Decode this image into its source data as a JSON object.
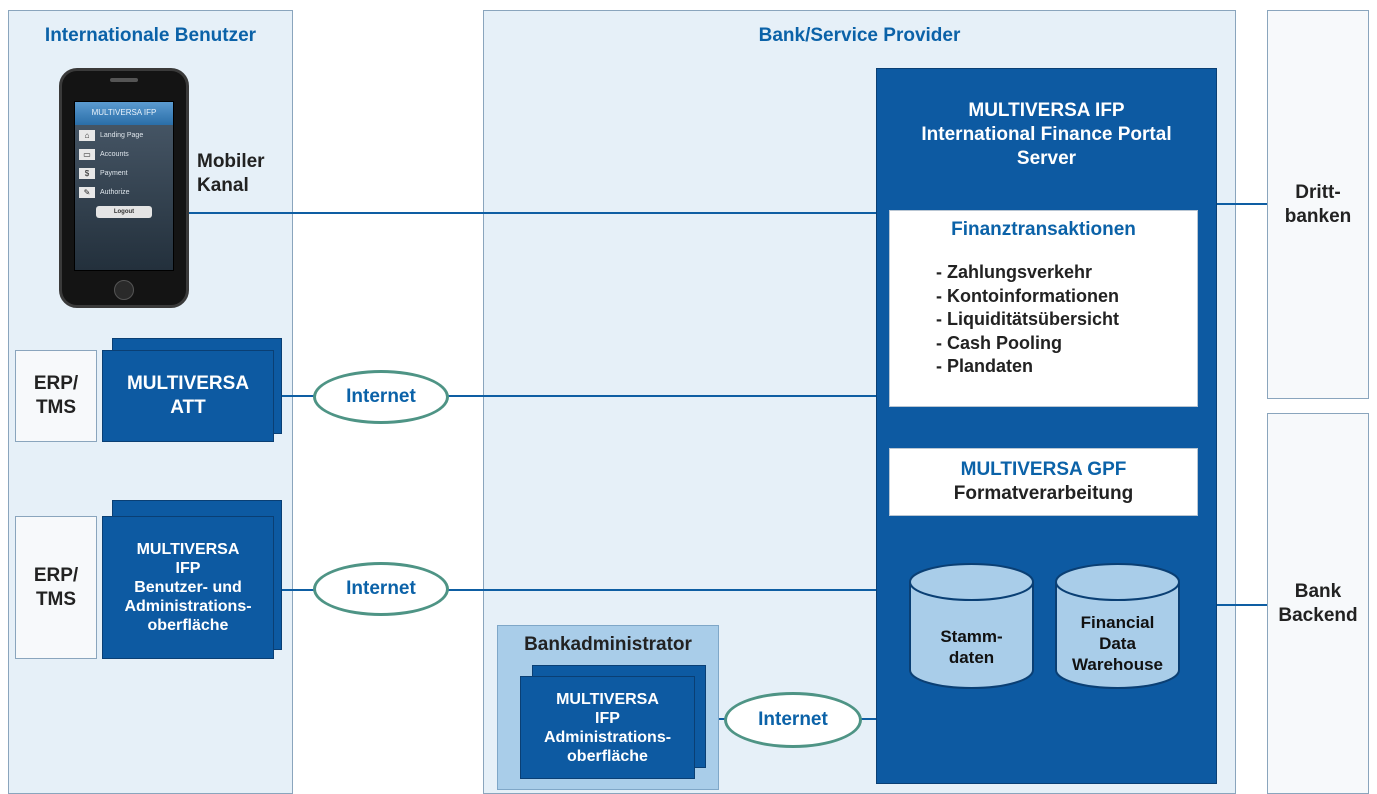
{
  "left_panel": {
    "title": "Internationale Benutzer"
  },
  "middle_panel": {
    "title": "Bank/Service Provider"
  },
  "phone": {
    "brand": "MULTIVERSA IFP",
    "menu": [
      "Landing Page",
      "Accounts",
      "Payment",
      "Authorize"
    ],
    "logout": "Logout",
    "label_line1": "Mobiler",
    "label_line2": "Kanal"
  },
  "erp1": {
    "line1": "ERP/",
    "line2": "TMS"
  },
  "erp2": {
    "line1": "ERP/",
    "line2": "TMS"
  },
  "att": {
    "line1": "MULTIVERSA",
    "line2": "ATT"
  },
  "ifp_ui": {
    "line1": "MULTIVERSA",
    "line2": "IFP",
    "line3": "Benutzer- und",
    "line4": "Administrations-",
    "line5": "oberfläche"
  },
  "internet": {
    "label1": "Internet",
    "label2": "Internet",
    "label3": "Internet"
  },
  "bankadmin": {
    "title": "Bankadministrator",
    "line1": "MULTIVERSA",
    "line2": "IFP",
    "line3": "Administrations-",
    "line4": "oberfläche"
  },
  "server": {
    "line1": "MULTIVERSA IFP",
    "line2": "International Finance Portal",
    "line3": "Server"
  },
  "finanz": {
    "title": "Finanztransaktionen",
    "items": [
      "- Zahlungsverkehr",
      "- Kontoinformationen",
      "- Liquiditätsübersicht",
      "- Cash Pooling",
      "- Plandaten"
    ]
  },
  "gpf": {
    "title": "MULTIVERSA GPF",
    "subtitle": "Formatverarbeitung"
  },
  "db1": {
    "line1": "Stamm-",
    "line2": "daten"
  },
  "db2": {
    "line1": "Financial",
    "line2": "Data",
    "line3": "Warehouse"
  },
  "drittbanken": {
    "line1": "Dritt-",
    "line2": "banken"
  },
  "backend": {
    "line1": "Bank",
    "line2": "Backend"
  },
  "colors": {
    "dark_blue": "#0d5aa2",
    "title_blue": "#0b62a8",
    "panel_bg": "#e6f0f8",
    "oval_border": "#4e9485"
  }
}
